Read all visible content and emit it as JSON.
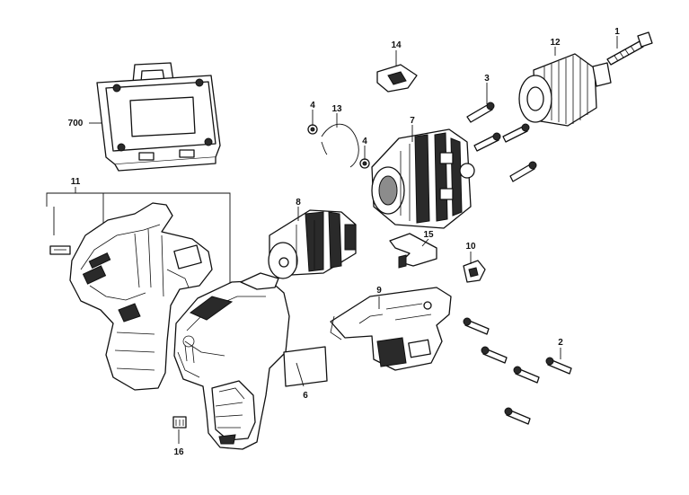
{
  "diagram": {
    "labels": {
      "screw_chuck": "1",
      "screw_handle": "2",
      "screw_motor": "3",
      "washer_left": "4",
      "washer_right": "4",
      "housing_right_label": "6",
      "gearbox": "7",
      "motor": "8",
      "switch_assembly": "9",
      "led": "10",
      "housing_left": "11",
      "chuck": "12",
      "spring_clip": "13",
      "direction_slider": "14",
      "trigger_spring": "15",
      "small_clip": "16",
      "case": "700"
    }
  }
}
